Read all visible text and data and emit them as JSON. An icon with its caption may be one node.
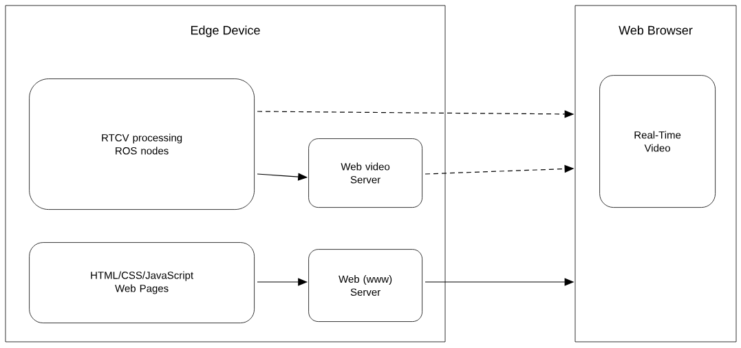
{
  "diagram": {
    "nodes": [
      {
        "text": [
          "Edge Device"
        ]
      },
      {
        "text": [
          "RTCV processing ROS nodes"
        ],
        "in": 0
      },
      {
        "text": [
          "Web video Server"
        ],
        "in": 0
      },
      {
        "text": [
          "HTML/CSS/JavaScript Web Pages"
        ],
        "in": 0
      },
      {
        "text": [
          "Web (www) Server"
        ],
        "in": 0
      },
      {
        "text": [
          "Web Browser"
        ]
      },
      {
        "text": [
          "Real-Time Video"
        ],
        "in": 5
      }
    ],
    "edges": [
      {
        "from": 1,
        "to": 5,
        "arrow": "to",
        "style": "dashed"
      },
      {
        "from": 1,
        "to": 2,
        "arrow": "to"
      },
      {
        "from": 2,
        "to": 5,
        "arrow": "to",
        "style": "dashed"
      },
      {
        "from": 3,
        "to": 4,
        "arrow": "to"
      },
      {
        "from": 4,
        "to": 5,
        "arrow": "to"
      }
    ]
  }
}
